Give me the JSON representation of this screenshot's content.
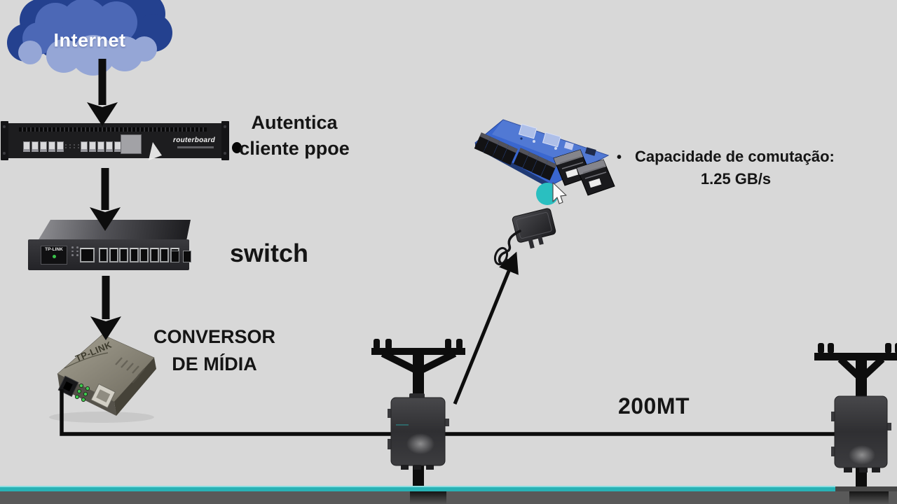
{
  "colors": {
    "background": "#d8d8d8",
    "cloud_dark": "#24418f",
    "cloud_mid": "#4c68b6",
    "cloud_light": "#95a6d6",
    "line_ink": "#0d0d0d",
    "text_ink": "#151515",
    "pcb_blue": "#3a67cf",
    "cursor_teal": "#2abfc0",
    "progress_teal": "#28b2b5",
    "bottom_band_gray": "#595959"
  },
  "cloud": {
    "label": "Internet"
  },
  "devices": {
    "router": {
      "brand": "routerboard"
    },
    "switch": {
      "brand": "TP-LINK"
    },
    "media_converter": {
      "brand": "TP-LINK"
    }
  },
  "annotations": {
    "router_note": {
      "line1": "Autentica",
      "line2": "cliente ppoe"
    },
    "switch_note": "switch",
    "converter_note": {
      "line1": "CONVERSOR",
      "line2": "DE MÍDIA"
    },
    "capacity_note": {
      "bullet": "•",
      "line1": "Capacidade de comutação:",
      "line2": "1.25 GB/s"
    },
    "distance_note": "200MT"
  }
}
